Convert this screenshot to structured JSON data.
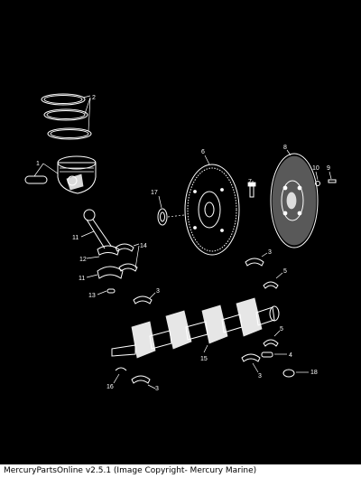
{
  "diagram": {
    "callouts": {
      "c1": "1",
      "c2": "2",
      "c3a": "3",
      "c3b": "3",
      "c3c": "3",
      "c3d": "3",
      "c4": "4",
      "c5a": "5",
      "c5b": "5",
      "c6": "6",
      "c7": "7",
      "c8": "8",
      "c9": "9",
      "c10": "10",
      "c11a": "11",
      "c11b": "11",
      "c12": "12",
      "c13": "13",
      "c14": "14",
      "c15": "15",
      "c16": "16",
      "c17": "17",
      "c18": "18"
    }
  },
  "footer": {
    "caption": "MercuryPartsOnline v2.5.1 (Image Copyright- Mercury Marine)"
  }
}
